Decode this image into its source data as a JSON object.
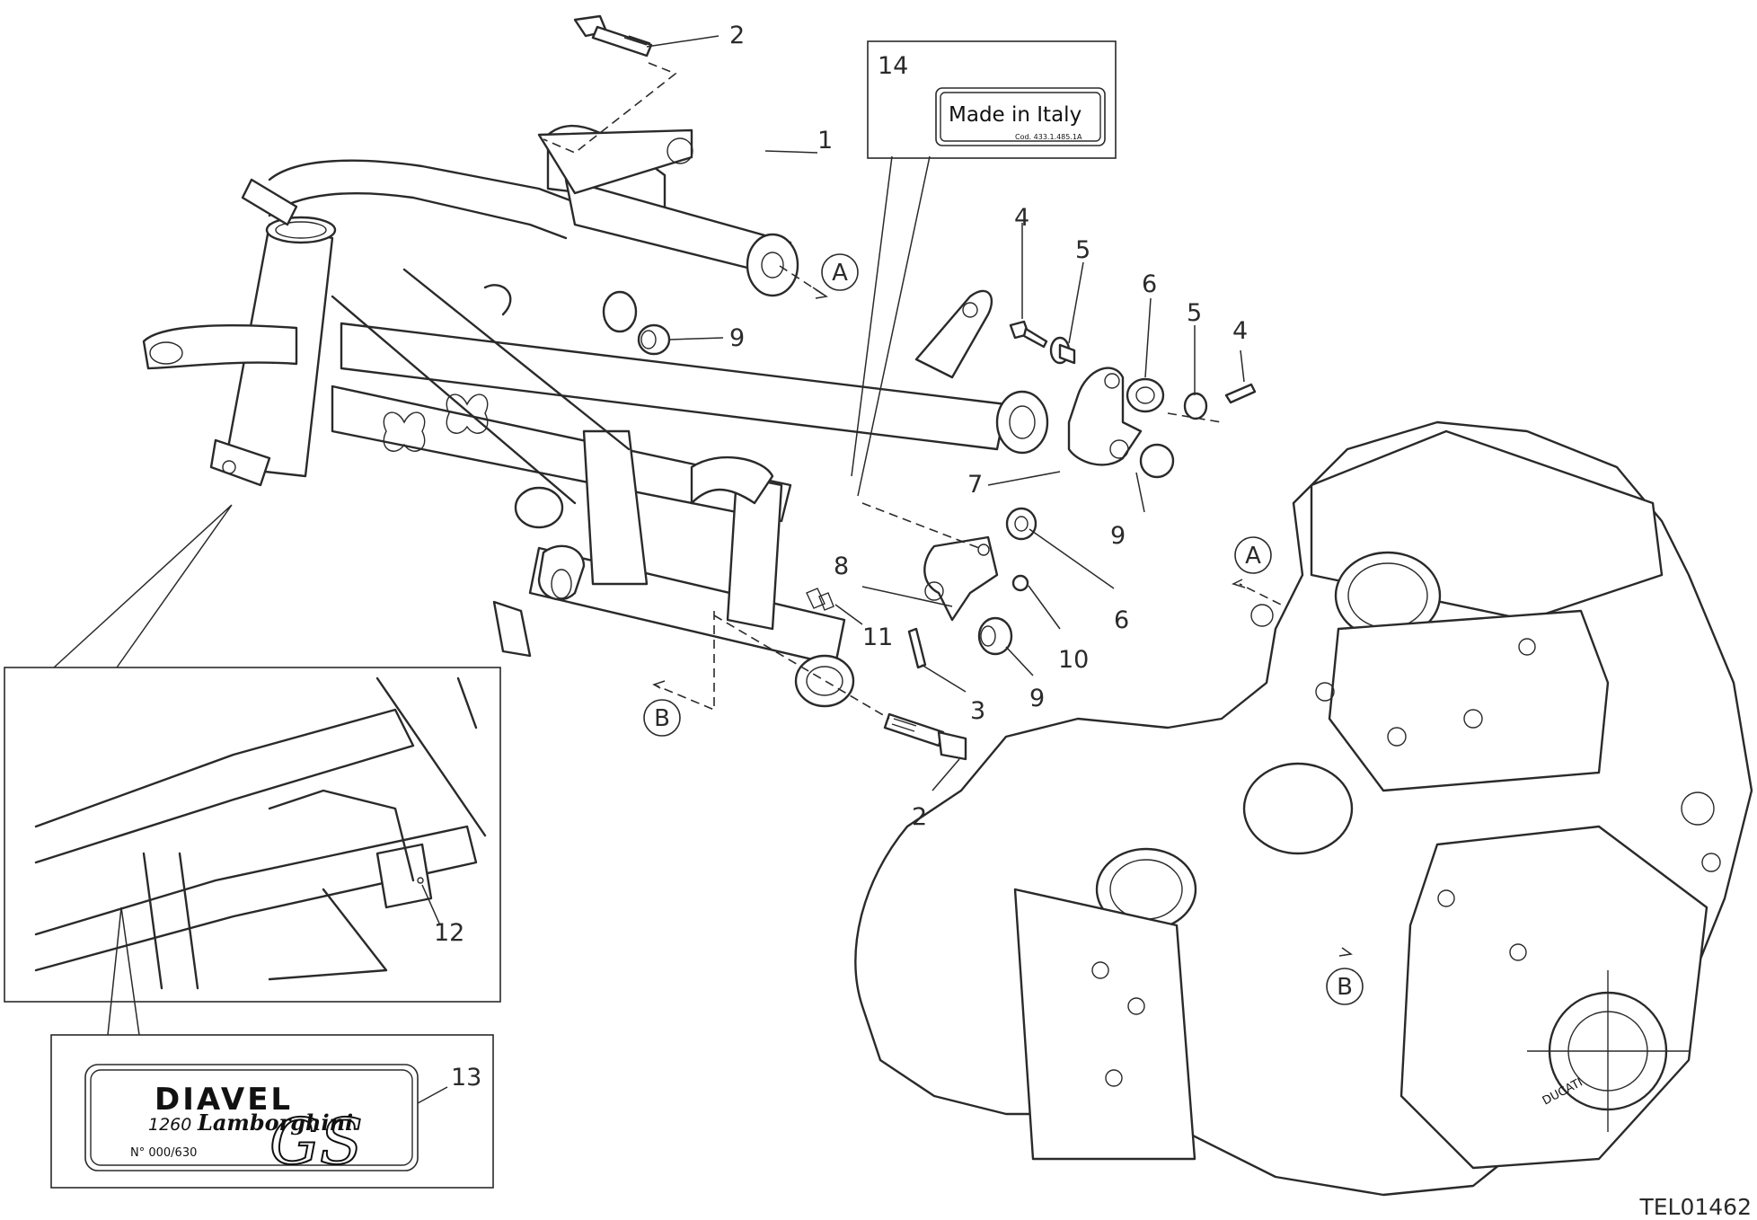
{
  "drawing_code": "TEL01462",
  "callouts": {
    "c1": "1",
    "c2_top": "2",
    "c2_bottom": "2",
    "c3": "3",
    "c4_left": "4",
    "c4_right": "4",
    "c5_left": "5",
    "c5_right": "5",
    "c6_top": "6",
    "c6_bottom": "6",
    "c7": "7",
    "c8": "8",
    "c9_frame": "9",
    "c9_right": "9",
    "c9_lower": "9",
    "c10": "10",
    "c11": "11",
    "c12": "12",
    "c13": "13",
    "c14": "14"
  },
  "references": {
    "a_frame": "A",
    "b_frame": "B",
    "a_engine": "A",
    "b_engine": "B"
  },
  "plate_made_in_italy": {
    "text": "Made in Italy",
    "code": "Cod. 433.1.485.1A"
  },
  "plate_diavel": {
    "brand": "DIAVEL",
    "model_number": "1260",
    "edition": "Lamborghini",
    "serial": "N° 000/630",
    "badge": "GS"
  },
  "engine_brand": "DUCATI"
}
